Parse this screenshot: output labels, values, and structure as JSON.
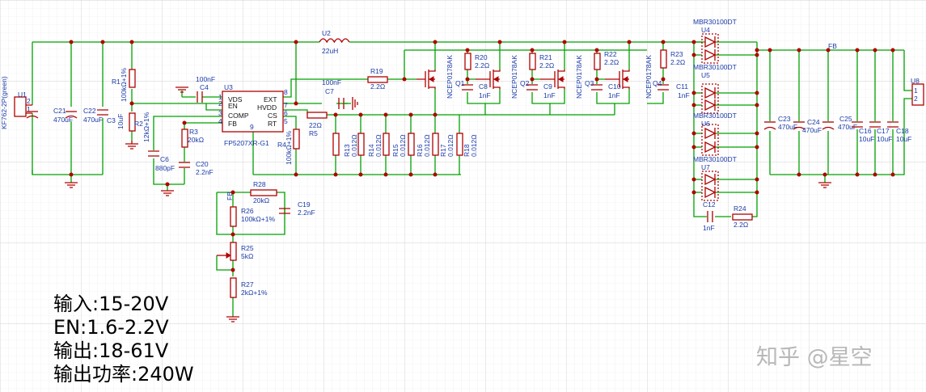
{
  "grid": {
    "minor": "#e9e9e9",
    "major": "#d2d2d2"
  },
  "colors": {
    "wire": "#00a000",
    "component": "#b00000",
    "label": "#1a3aa8",
    "junction": "#b00000"
  },
  "connectors": {
    "u1": {
      "ref": "U1",
      "part": "KF762-2P(green)",
      "pin1": "1",
      "pin2": "2"
    },
    "u8": {
      "ref": "U8",
      "pin1": "1",
      "pin2": "2"
    }
  },
  "ic": {
    "ref": "U3",
    "part": "FP5207XR-G1",
    "pins": {
      "p1": "1",
      "p2": "2",
      "p3": "3",
      "p4": "4",
      "p5": "5",
      "p6": "6",
      "p7": "7",
      "p8": "8",
      "p9": "9",
      "vds": "VDS",
      "en": "EN",
      "comp": "COMP",
      "fb": "FB",
      "ext": "EXT",
      "hvdd": "HVDD",
      "cs": "CS",
      "rt": "RT"
    }
  },
  "inductor": {
    "ref": "U2",
    "value": "22uH"
  },
  "capacitors": {
    "c21": {
      "ref": "C21",
      "value": "470uF"
    },
    "c22": {
      "ref": "C22",
      "value": "470uF"
    },
    "c3": {
      "ref": "C3",
      "value": "10uF"
    },
    "c4": {
      "ref": "C4",
      "value": "100nF"
    },
    "c7": {
      "ref": "C7",
      "value": "100nF"
    },
    "c6": {
      "ref": "C6",
      "value": "880pF"
    },
    "c20": {
      "ref": "C20",
      "value": "2.2nF"
    },
    "c19": {
      "ref": "C19",
      "value": "2.2nF"
    },
    "c8": {
      "ref": "C8",
      "value": "1nF"
    },
    "c9": {
      "ref": "C9",
      "value": "1nF"
    },
    "c10": {
      "ref": "C10",
      "value": "1nF"
    },
    "c11": {
      "ref": "C11",
      "value": "1nF"
    },
    "c12": {
      "ref": "C12",
      "value": "1nF"
    },
    "c23": {
      "ref": "C23",
      "value": "470uF"
    },
    "c24": {
      "ref": "C24",
      "value": "470uF"
    },
    "c25": {
      "ref": "C25",
      "value": "470uF"
    },
    "c16": {
      "ref": "C16",
      "value": "10uF"
    },
    "c17": {
      "ref": "C17",
      "value": "10uF"
    },
    "c18": {
      "ref": "C18",
      "value": "10uF"
    }
  },
  "resistors": {
    "r1": {
      "ref": "R1",
      "value": "100kΩ+1%"
    },
    "r2": {
      "ref": "R2",
      "value": "12kΩ+1%"
    },
    "r3": {
      "ref": "R3",
      "value": "20kΩ"
    },
    "r4": {
      "ref": "R4",
      "value": "100kΩ+1%"
    },
    "r5": {
      "ref": "R5",
      "value": "22Ω"
    },
    "r19": {
      "ref": "R19",
      "value": "2.2Ω"
    },
    "r20": {
      "ref": "R20",
      "value": "2.2Ω"
    },
    "r21": {
      "ref": "R21",
      "value": "2.2Ω"
    },
    "r22": {
      "ref": "R22",
      "value": "2.2Ω"
    },
    "r23": {
      "ref": "R23",
      "value": "2.2Ω"
    },
    "r24": {
      "ref": "R24",
      "value": "2.2Ω"
    },
    "r13": {
      "ref": "R13",
      "value": "0.012Ω"
    },
    "r14": {
      "ref": "R14",
      "value": "0.012Ω"
    },
    "r15": {
      "ref": "R15",
      "value": "0.012Ω"
    },
    "r16": {
      "ref": "R16",
      "value": "0.012Ω"
    },
    "r17": {
      "ref": "R17",
      "value": "0.012Ω"
    },
    "r18": {
      "ref": "R18",
      "value": "0.012Ω"
    },
    "r28": {
      "ref": "R28",
      "value": "20kΩ"
    },
    "r26": {
      "ref": "R26",
      "value": "100kΩ+1%"
    },
    "r25": {
      "ref": "R25",
      "value": "5kΩ"
    },
    "r27": {
      "ref": "R27",
      "value": "2kΩ+1%"
    }
  },
  "mosfets": {
    "q1": {
      "ref": "Q1",
      "part": "NCEP0178AK"
    },
    "q2": {
      "ref": "Q2",
      "part": "NCEP0178AK"
    },
    "q3": {
      "ref": "Q3",
      "part": "NCEP0178AK"
    },
    "q4": {
      "ref": "Q4",
      "part": "NCEP0178AK"
    }
  },
  "diodes": {
    "u4": {
      "ref": "U4",
      "part": "MBR30100DT"
    },
    "u5": {
      "ref": "U5",
      "part": "MBR30100DT"
    },
    "u6": {
      "ref": "U6",
      "part": "MBR30100DT"
    },
    "u7": {
      "ref": "U7",
      "part": "MBR30100DT"
    }
  },
  "net_labels": {
    "fb_out": "FB",
    "fb_in": "FB"
  },
  "notes": {
    "input": "输入:15-20V",
    "en": "EN:1.6-2.2V",
    "output": "输出:18-61V",
    "power": "输出功率:240W"
  },
  "watermark": "知乎 @星空"
}
